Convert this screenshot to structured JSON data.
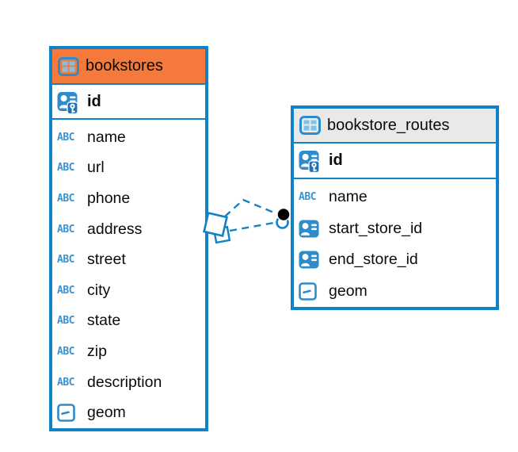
{
  "app": {
    "type": "database-er-diagram"
  },
  "diagram": {
    "colors": {
      "accent_blue": "#1182C6",
      "icon_blue": "#2F8CCB",
      "icon_light_blue": "#7FC2E9",
      "key_block_blue": "#2373B4",
      "text_type_blue": "#3A92D0",
      "bookstores_header": "#F5793B",
      "bookstore_routes_header": "#E9E9E9",
      "relationship_dot": "#000000",
      "text_color": "#0b0b0b"
    },
    "icons": {
      "text_type_glyph": "ABC"
    },
    "tables": [
      {
        "name": "bookstores",
        "header_color": "#F5793B",
        "icon": "table-icon",
        "primary_key": {
          "name": "id",
          "icon": "primary-key-icon"
        },
        "columns": [
          {
            "name": "name",
            "icon": "text-type-icon"
          },
          {
            "name": "url",
            "icon": "text-type-icon"
          },
          {
            "name": "phone",
            "icon": "text-type-icon"
          },
          {
            "name": "address",
            "icon": "text-type-icon"
          },
          {
            "name": "street",
            "icon": "text-type-icon"
          },
          {
            "name": "city",
            "icon": "text-type-icon"
          },
          {
            "name": "state",
            "icon": "text-type-icon"
          },
          {
            "name": "zip",
            "icon": "text-type-icon"
          },
          {
            "name": "description",
            "icon": "text-type-icon"
          },
          {
            "name": "geom",
            "icon": "geometry-type-icon"
          }
        ]
      },
      {
        "name": "bookstore_routes",
        "header_color": "#E9E9E9",
        "icon": "table-icon",
        "primary_key": {
          "name": "id",
          "icon": "primary-key-icon"
        },
        "columns": [
          {
            "name": "name",
            "icon": "text-type-icon"
          },
          {
            "name": "start_store_id",
            "icon": "reference-icon"
          },
          {
            "name": "end_store_id",
            "icon": "reference-icon"
          },
          {
            "name": "geom",
            "icon": "geometry-type-icon"
          }
        ]
      }
    ],
    "relationships": [
      {
        "from_table": "bookstore_routes",
        "to_table": "bookstores",
        "line_style": "dashed"
      },
      {
        "from_table": "bookstore_routes",
        "to_table": "bookstores",
        "line_style": "dashed"
      }
    ]
  }
}
